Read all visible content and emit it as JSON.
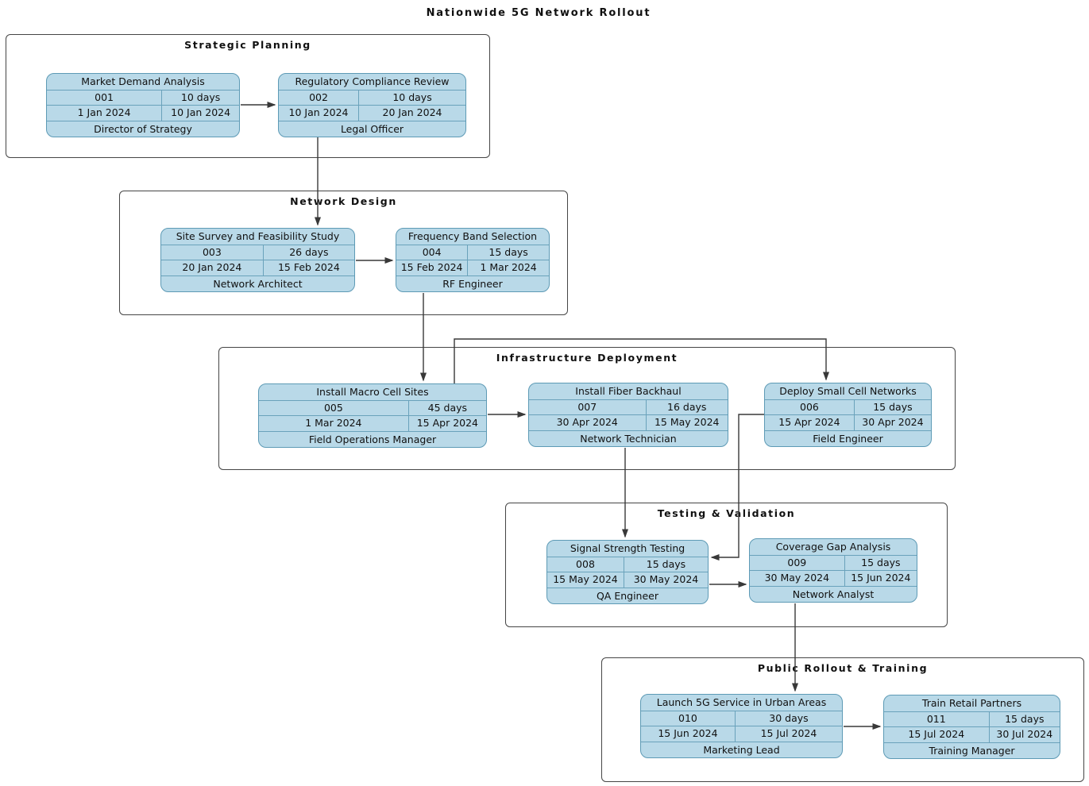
{
  "diagram": {
    "title": "Nationwide 5G Network Rollout",
    "type": "project-phase-dependency-diagram",
    "colors": {
      "task_fill": "#b9d9e8",
      "task_border": "#5d9ab5",
      "section_border": "#454545",
      "connector": "#383838"
    }
  },
  "phases": [
    {
      "label": "Strategic Planning",
      "tasks": [
        {
          "id": "001",
          "name": "Market Demand Analysis",
          "duration": "10 days",
          "start": "1 Jan 2024",
          "end": "10 Jan 2024",
          "owner": "Director of Strategy"
        },
        {
          "id": "002",
          "name": "Regulatory Compliance Review",
          "duration": "10 days",
          "start": "10 Jan 2024",
          "end": "20 Jan 2024",
          "owner": "Legal Officer"
        }
      ]
    },
    {
      "label": "Network Design",
      "tasks": [
        {
          "id": "003",
          "name": "Site Survey and Feasibility Study",
          "duration": "26 days",
          "start": "20 Jan 2024",
          "end": "15 Feb 2024",
          "owner": "Network Architect"
        },
        {
          "id": "004",
          "name": "Frequency Band Selection",
          "duration": "15 days",
          "start": "15 Feb 2024",
          "end": "1 Mar 2024",
          "owner": "RF Engineer"
        }
      ]
    },
    {
      "label": "Infrastructure Deployment",
      "tasks": [
        {
          "id": "005",
          "name": "Install Macro Cell Sites",
          "duration": "45 days",
          "start": "1 Mar 2024",
          "end": "15 Apr 2024",
          "owner": "Field Operations Manager"
        },
        {
          "id": "007",
          "name": "Install Fiber Backhaul",
          "duration": "16 days",
          "start": "30 Apr 2024",
          "end": "15 May 2024",
          "owner": "Network Technician"
        },
        {
          "id": "006",
          "name": "Deploy Small Cell Networks",
          "duration": "15 days",
          "start": "15 Apr 2024",
          "end": "30 Apr 2024",
          "owner": "Field Engineer"
        }
      ]
    },
    {
      "label": "Testing & Validation",
      "tasks": [
        {
          "id": "008",
          "name": "Signal Strength Testing",
          "duration": "15 days",
          "start": "15 May 2024",
          "end": "30 May 2024",
          "owner": "QA Engineer"
        },
        {
          "id": "009",
          "name": "Coverage Gap Analysis",
          "duration": "15 days",
          "start": "30 May 2024",
          "end": "15 Jun 2024",
          "owner": "Network Analyst"
        }
      ]
    },
    {
      "label": "Public Rollout & Training",
      "tasks": [
        {
          "id": "010",
          "name": "Launch 5G Service in Urban Areas",
          "duration": "30 days",
          "start": "15 Jun 2024",
          "end": "15 Jul 2024",
          "owner": "Marketing Lead"
        },
        {
          "id": "011",
          "name": "Train Retail Partners",
          "duration": "15 days",
          "start": "15 Jul 2024",
          "end": "30 Jul 2024",
          "owner": "Training Manager"
        }
      ]
    }
  ],
  "dependencies": [
    {
      "from": "001",
      "to": "002"
    },
    {
      "from": "002",
      "to": "003"
    },
    {
      "from": "003",
      "to": "004"
    },
    {
      "from": "004",
      "to": "005"
    },
    {
      "from": "005",
      "to": "007"
    },
    {
      "from": "005",
      "to": "006"
    },
    {
      "from": "007",
      "to": "008"
    },
    {
      "from": "006",
      "to": "008"
    },
    {
      "from": "008",
      "to": "009"
    },
    {
      "from": "009",
      "to": "010"
    },
    {
      "from": "010",
      "to": "011"
    }
  ]
}
